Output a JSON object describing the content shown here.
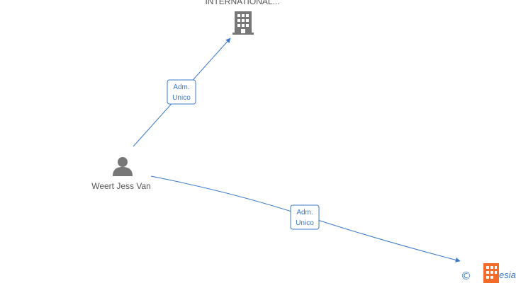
{
  "nodes": {
    "company": {
      "label": "INTERNATIONAL...",
      "icon": "building-icon"
    },
    "person": {
      "label": "Weert Jess Van",
      "icon": "person-icon"
    },
    "company_bottom": {
      "label": "",
      "icon": "building-icon"
    }
  },
  "edges": [
    {
      "from": "person",
      "to": "company",
      "label_line1": "Adm.",
      "label_line2": "Unico"
    },
    {
      "from": "person",
      "to": "company_bottom",
      "label_line1": "Adm.",
      "label_line2": "Unico"
    }
  ],
  "watermark": {
    "symbol": "©",
    "text": "esia"
  },
  "colors": {
    "edge": "#3a78c9",
    "node_icon": "#777777",
    "accent": "#f26b2a"
  }
}
